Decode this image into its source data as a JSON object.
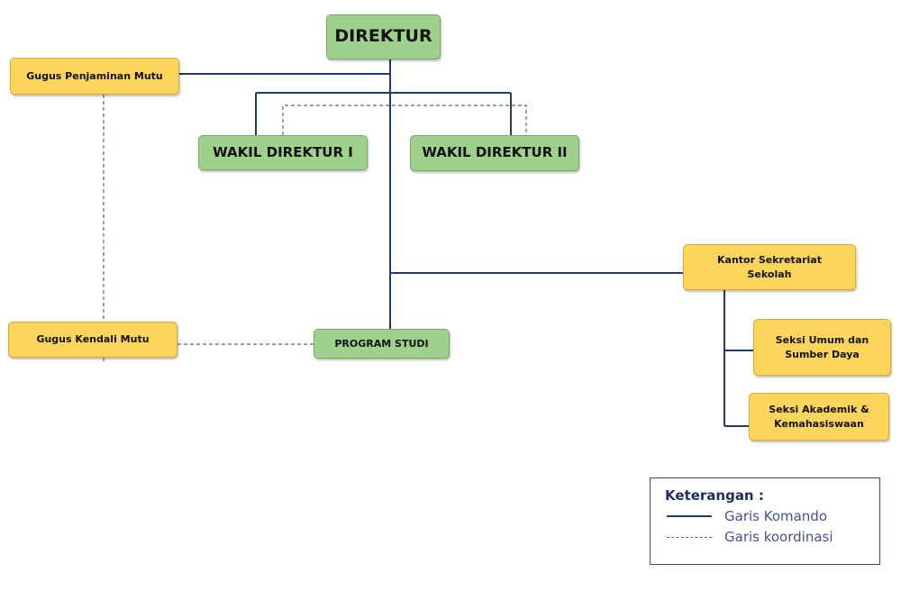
{
  "nodes": {
    "direktur": "DIREKTUR",
    "wakil_direktur_1": "WAKIL DIREKTUR I",
    "wakil_direktur_2": "WAKIL DIREKTUR II",
    "gugus_penjaminan_mutu": "Gugus Penjaminan Mutu",
    "gugus_kendali_mutu": "Gugus Kendali Mutu",
    "program_studi": "PROGRAM STUDI",
    "kantor_sekretariat": "Kantor Sekretariat Sekolah",
    "seksi_umum": "Seksi Umum dan Sumber Daya",
    "seksi_akademik": "Seksi Akademik & Kemahasiswaan"
  },
  "legend": {
    "title": "Keterangan :",
    "items": [
      {
        "label": "Garis Komando",
        "style": "solid"
      },
      {
        "label": "Garis koordinasi",
        "style": "dashed"
      }
    ]
  },
  "colors": {
    "green_box": "#9fd18d",
    "yellow_box": "#fdd55a",
    "command_line": "#1f3a6b",
    "coordination_line": "#4a6a9a"
  }
}
